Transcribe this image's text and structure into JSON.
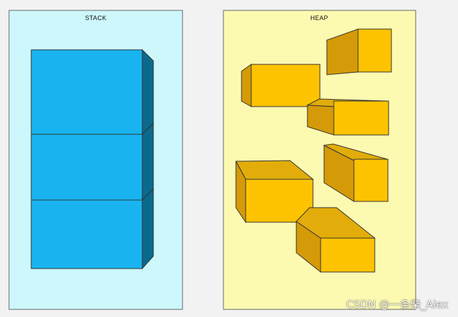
{
  "stack": {
    "title": "STACK",
    "block_count": 3
  },
  "heap": {
    "title": "HEAP",
    "block_count": 6
  },
  "watermark": "CSDN @一条柴_Alex",
  "colors": {
    "page_bg": "#f2f2f2",
    "stack_panel_bg": "#cdf7fb",
    "heap_panel_bg": "#fcfab0",
    "stack_block_front": "#19b4f0",
    "stack_block_side": "#0b6a8c",
    "heap_block_front": "#fec300",
    "heap_block_side": "#d49a08",
    "outline": "#333333"
  }
}
